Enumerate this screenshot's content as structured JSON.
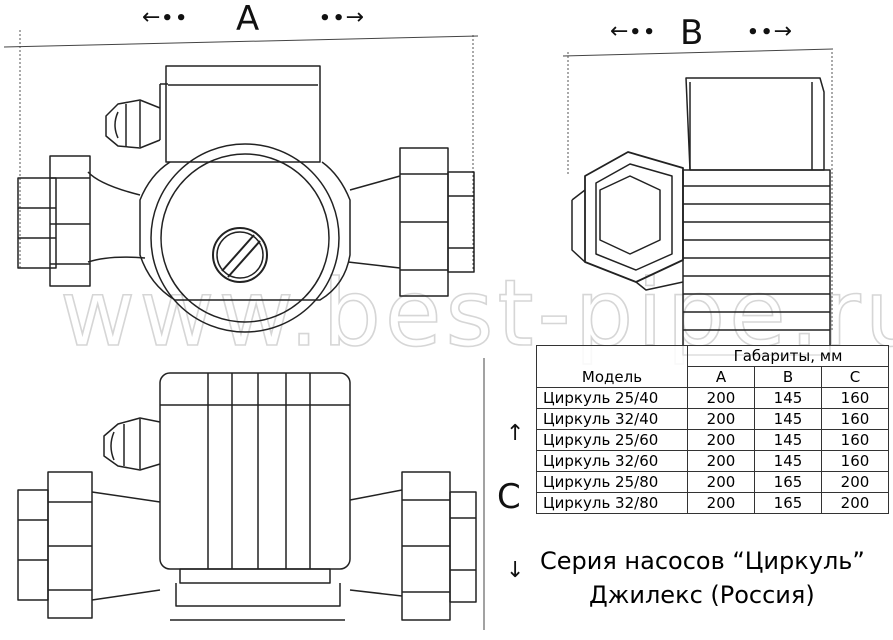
{
  "watermark": "www.best-pipe.ru",
  "dimension_letters": {
    "a": "A",
    "b": "B",
    "c": "C"
  },
  "arrows": {
    "left": "←∙∙",
    "right": "∙∙→",
    "up": "↑",
    "down": "↓"
  },
  "table": {
    "header_model": "Модель",
    "header_group": "Габариты, мм",
    "header_cols": [
      "A",
      "B",
      "C"
    ],
    "rows": [
      {
        "model": "Циркуль 25/40",
        "a": "200",
        "b": "145",
        "c": "160"
      },
      {
        "model": "Циркуль 32/40",
        "a": "200",
        "b": "145",
        "c": "160"
      },
      {
        "model": "Циркуль 25/60",
        "a": "200",
        "b": "145",
        "c": "160"
      },
      {
        "model": "Циркуль 32/60",
        "a": "200",
        "b": "145",
        "c": "160"
      },
      {
        "model": "Циркуль 25/80",
        "a": "200",
        "b": "165",
        "c": "200"
      },
      {
        "model": "Циркуль 32/80",
        "a": "200",
        "b": "165",
        "c": "200"
      }
    ]
  },
  "caption": {
    "line1": "Серия насосов “Циркуль”",
    "line2": "Джилекс (Россия)"
  }
}
